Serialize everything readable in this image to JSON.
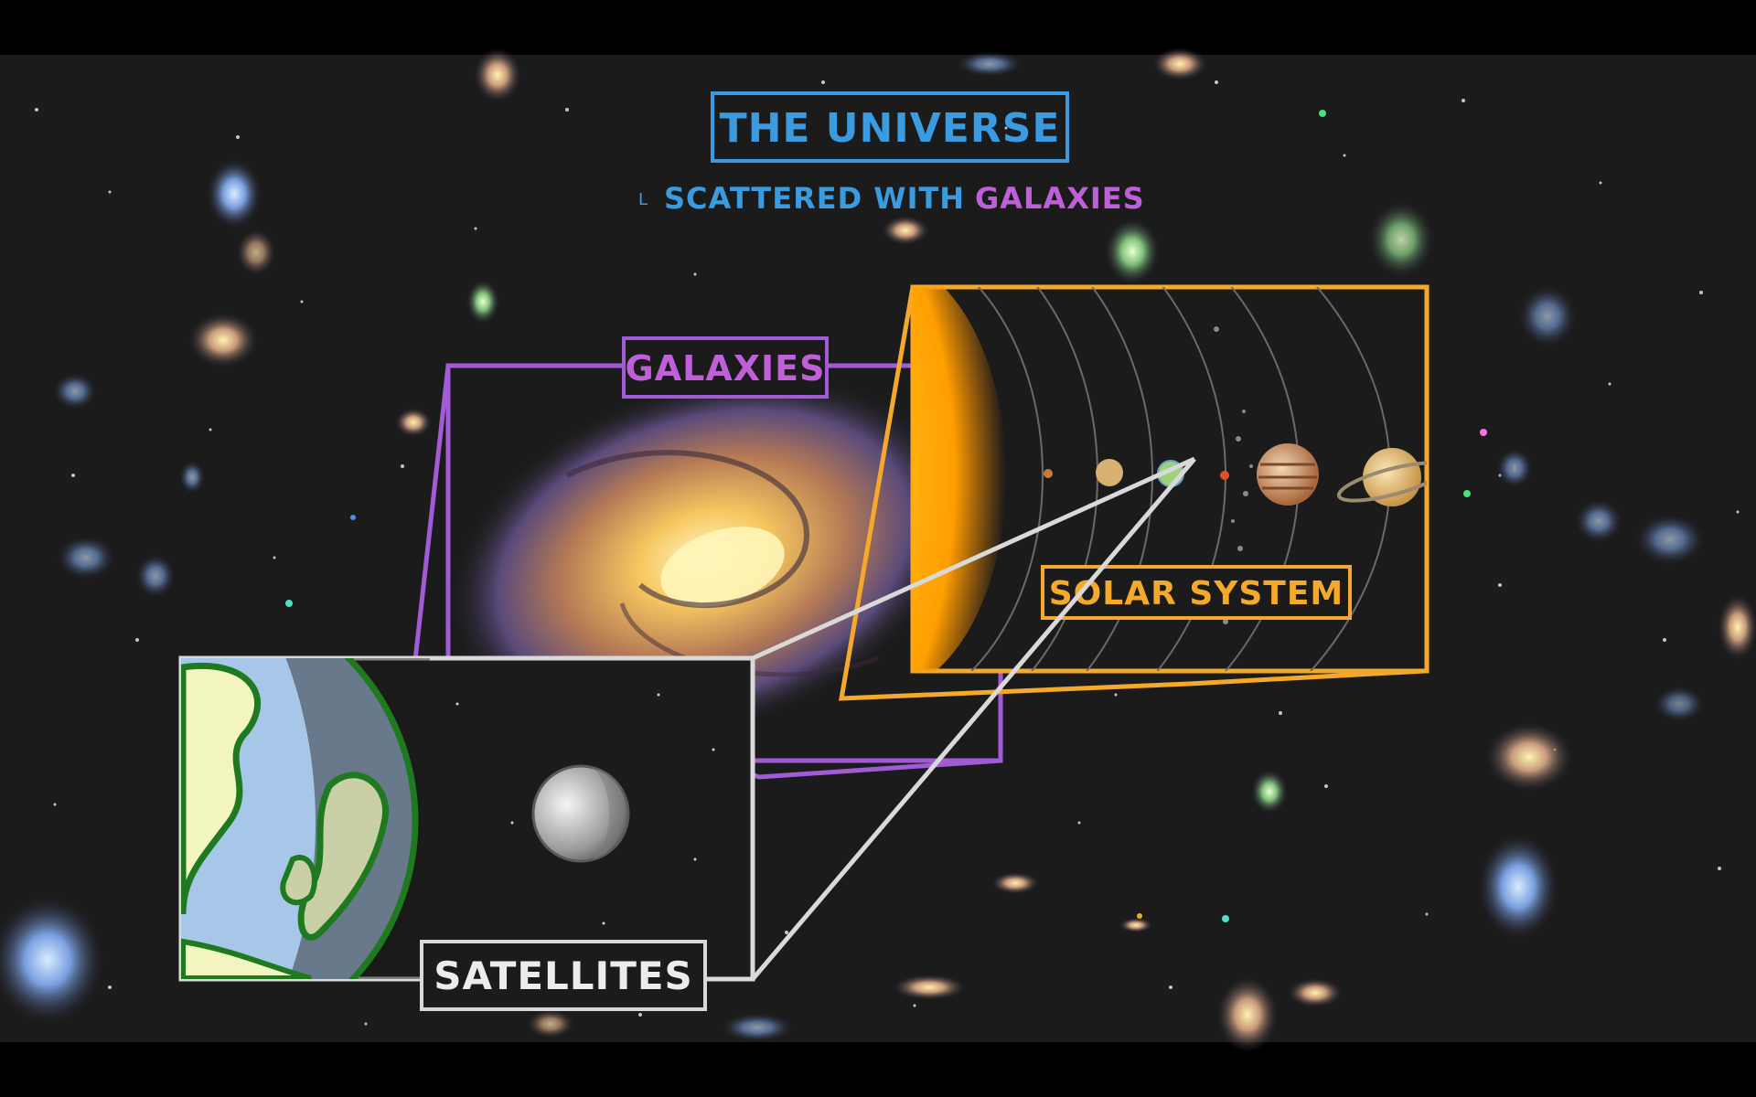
{
  "title": "The Universe",
  "subtitle": {
    "marker": "L",
    "lead": "Scattered with",
    "highlight": "Galaxies"
  },
  "panels": {
    "galaxies": "Galaxies",
    "solar_system": "Solar System",
    "satellites": "Satellites"
  },
  "colors": {
    "background": "#1b1b1b",
    "title_blue": "#3a9be0",
    "galaxy_purple": "#a25bd6",
    "solar_orange": "#f4a92b",
    "satellite_gray": "#d9d9d9"
  }
}
